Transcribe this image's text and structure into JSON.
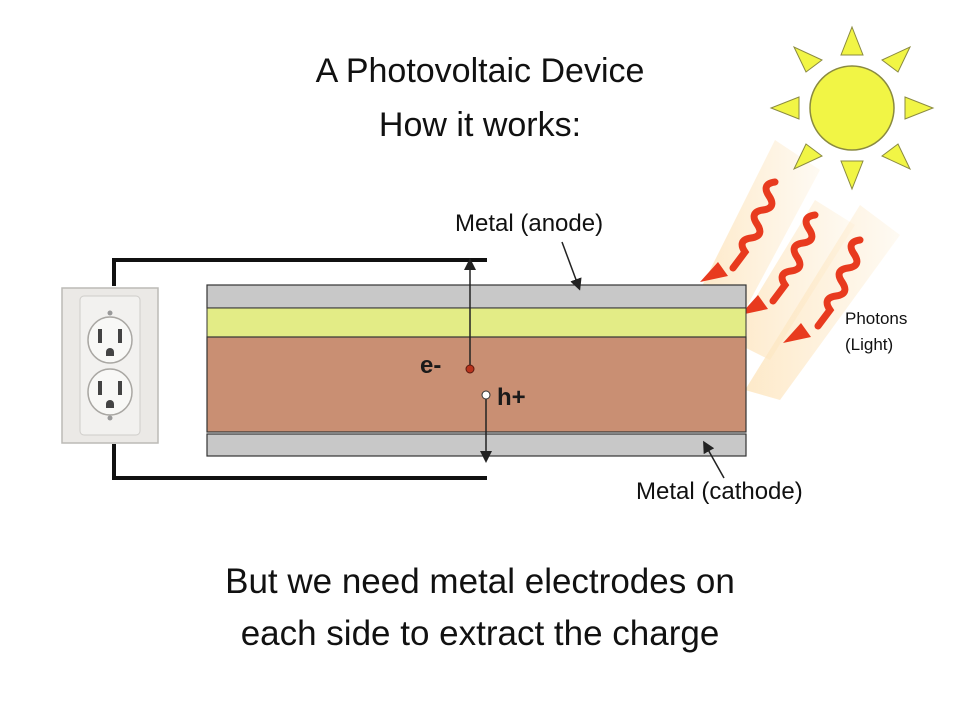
{
  "title": {
    "line1": "A Photovoltaic Device",
    "line2": "How it works:"
  },
  "labels": {
    "anode": "Metal (anode)",
    "cathode": "Metal (cathode)",
    "photons_line1": "Photons",
    "photons_line2": "(Light)",
    "electron": "e-",
    "hole": "h+"
  },
  "caption": {
    "line1": "But we need metal electrodes on",
    "line2": "each side to extract the charge"
  },
  "colors": {
    "metal": "#c8c8c8",
    "absorber": "#c98f73",
    "interface_layer": "#e3ec86",
    "sun": "#f1f545",
    "photon": "#e83a1e",
    "light_beam": "#fde7c3",
    "electron_dot": "#b8331d",
    "hole_dot": "#ffffff"
  },
  "icons": {
    "sun": "sun-icon",
    "outlet": "wall-outlet-icon"
  }
}
